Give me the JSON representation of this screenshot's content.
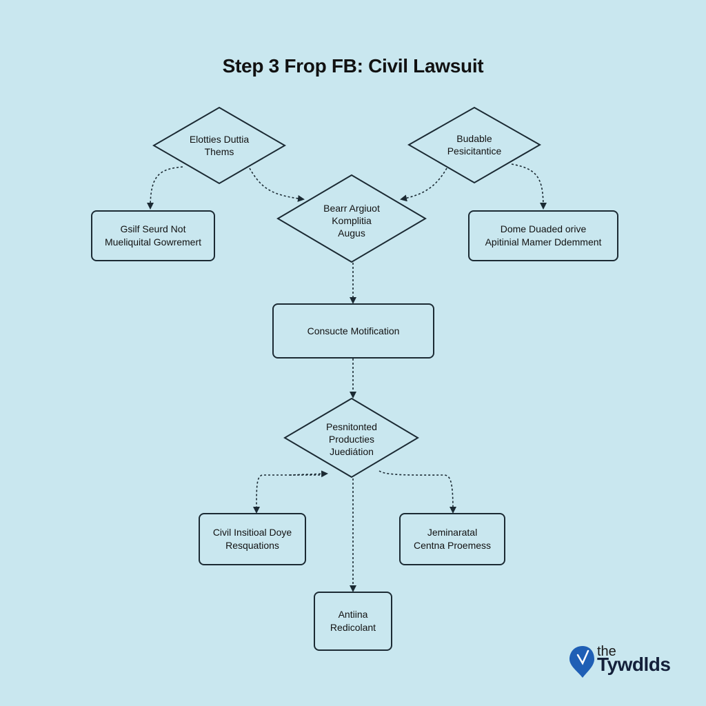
{
  "title": "Step 3 Frop FB: Civil Lawsuit",
  "nodes": {
    "d_top_left": "Elotties Duttia\nThems",
    "d_top_right": "Budable\nPesicitantice",
    "d_center": "Bearr Argiuot\nKomplitia\nAugus",
    "b_left": "Gsilf Seurd Not\nMueliquital Gowremert",
    "b_right": "Dome Duaded orive\nApitinial Mamer Ddemment",
    "b_middle": "Consucte Motification",
    "d_lower": "Pesnitonted\nProducties\nJuediátion",
    "b_bottom_left": "Civil Insitioal Doye\nResquations",
    "b_bottom_right": "Jeminaratal\nCentna Proemess",
    "b_bottom_center": "Antiina\nRedicolant"
  },
  "logo": {
    "small": "the",
    "big": "Tywdlds",
    "icon": "map-pin-icon",
    "color": "#1f5fb5"
  },
  "colors": {
    "background": "#c9e7ef",
    "stroke": "#1b2a33"
  }
}
